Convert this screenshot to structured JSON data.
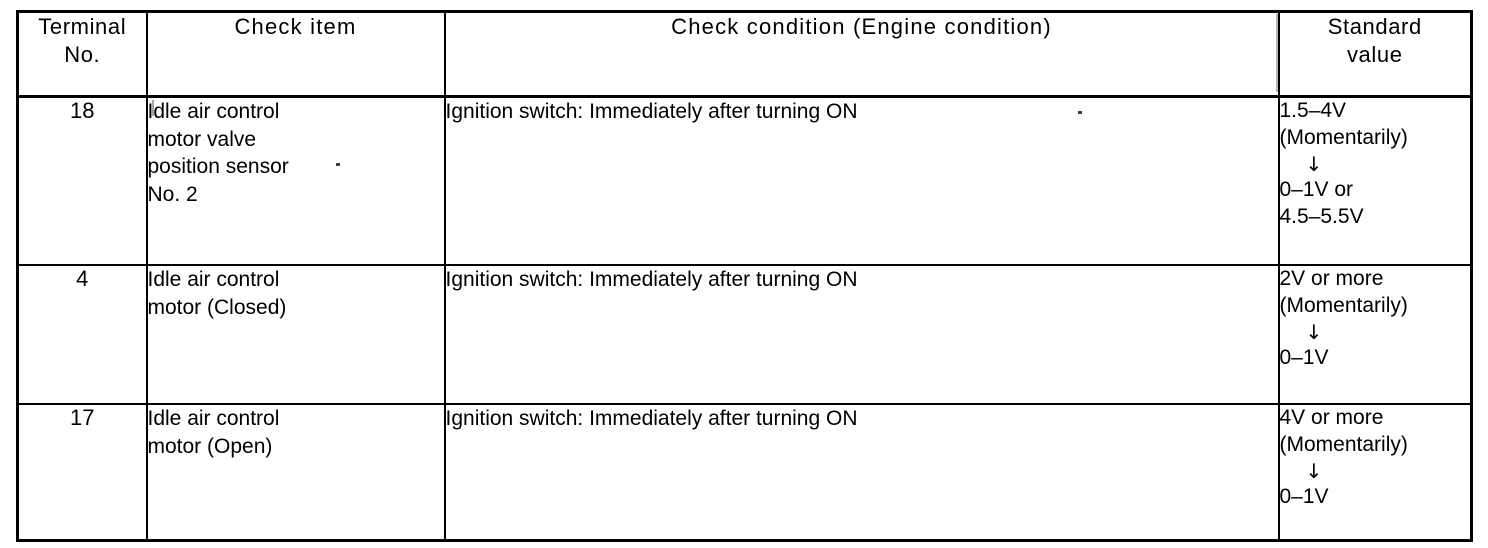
{
  "table": {
    "columns": [
      {
        "key": "terminal_no",
        "header_lines": [
          "Terminal",
          "No."
        ]
      },
      {
        "key": "check_item",
        "header_lines": [
          "Check  item"
        ]
      },
      {
        "key": "check_condition",
        "header_lines": [
          "Check  condition  (Engine  condition)"
        ]
      },
      {
        "key": "standard_value",
        "header_lines": [
          "Standard",
          "value"
        ]
      }
    ],
    "rows": [
      {
        "terminal_no": "18",
        "check_item_lines": [
          "Idle air control",
          "motor valve",
          "position sensor",
          "No. 2"
        ],
        "check_condition": "Ignition switch: Immediately after turning ON",
        "standard_value_before": [
          "1.5–4V",
          "(Momentarily)"
        ],
        "standard_value_arrow": "↓",
        "standard_value_after": [
          "0–1V or",
          "4.5–5.5V"
        ]
      },
      {
        "terminal_no": "4",
        "check_item_lines": [
          "Idle air control",
          "motor (Closed)"
        ],
        "check_condition": "Ignition switch: Immediately after turning ON",
        "standard_value_before": [
          "2V or more",
          "(Momentarily)"
        ],
        "standard_value_arrow": "↓",
        "standard_value_after": [
          "0–1V"
        ]
      },
      {
        "terminal_no": "17",
        "check_item_lines": [
          "Idle air control",
          "motor (Open)"
        ],
        "check_condition": "Ignition switch: Immediately after turning ON",
        "standard_value_before": [
          "4V or more",
          "(Momentarily)"
        ],
        "standard_value_arrow": "↓",
        "standard_value_after": [
          "0–1V"
        ]
      }
    ]
  },
  "colors": {
    "ink": "#000000",
    "paper": "#ffffff"
  }
}
